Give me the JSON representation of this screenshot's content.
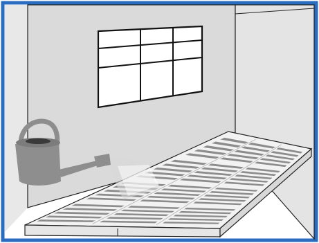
{
  "illustration": {
    "subject": "room-with-floor-heating-grid",
    "colors": {
      "frame_border": "#2a6cc0",
      "wall_back": "#dadada",
      "wall_side": "#e4e4e4",
      "wall_left": "#e8e8e8",
      "floor_panel": "#f2f2f2",
      "floor_slot": "#8c8c8c",
      "outline": "#222222",
      "watering_can": "#8e8e8e",
      "water_spray": "#d9d9d9"
    },
    "window": {
      "rows": 3,
      "columns": 3
    },
    "floor_grid": {
      "columns": 3,
      "rows": 4
    },
    "icons": [
      "watering-can-icon",
      "window-icon",
      "floor-heating-mat-icon"
    ]
  }
}
